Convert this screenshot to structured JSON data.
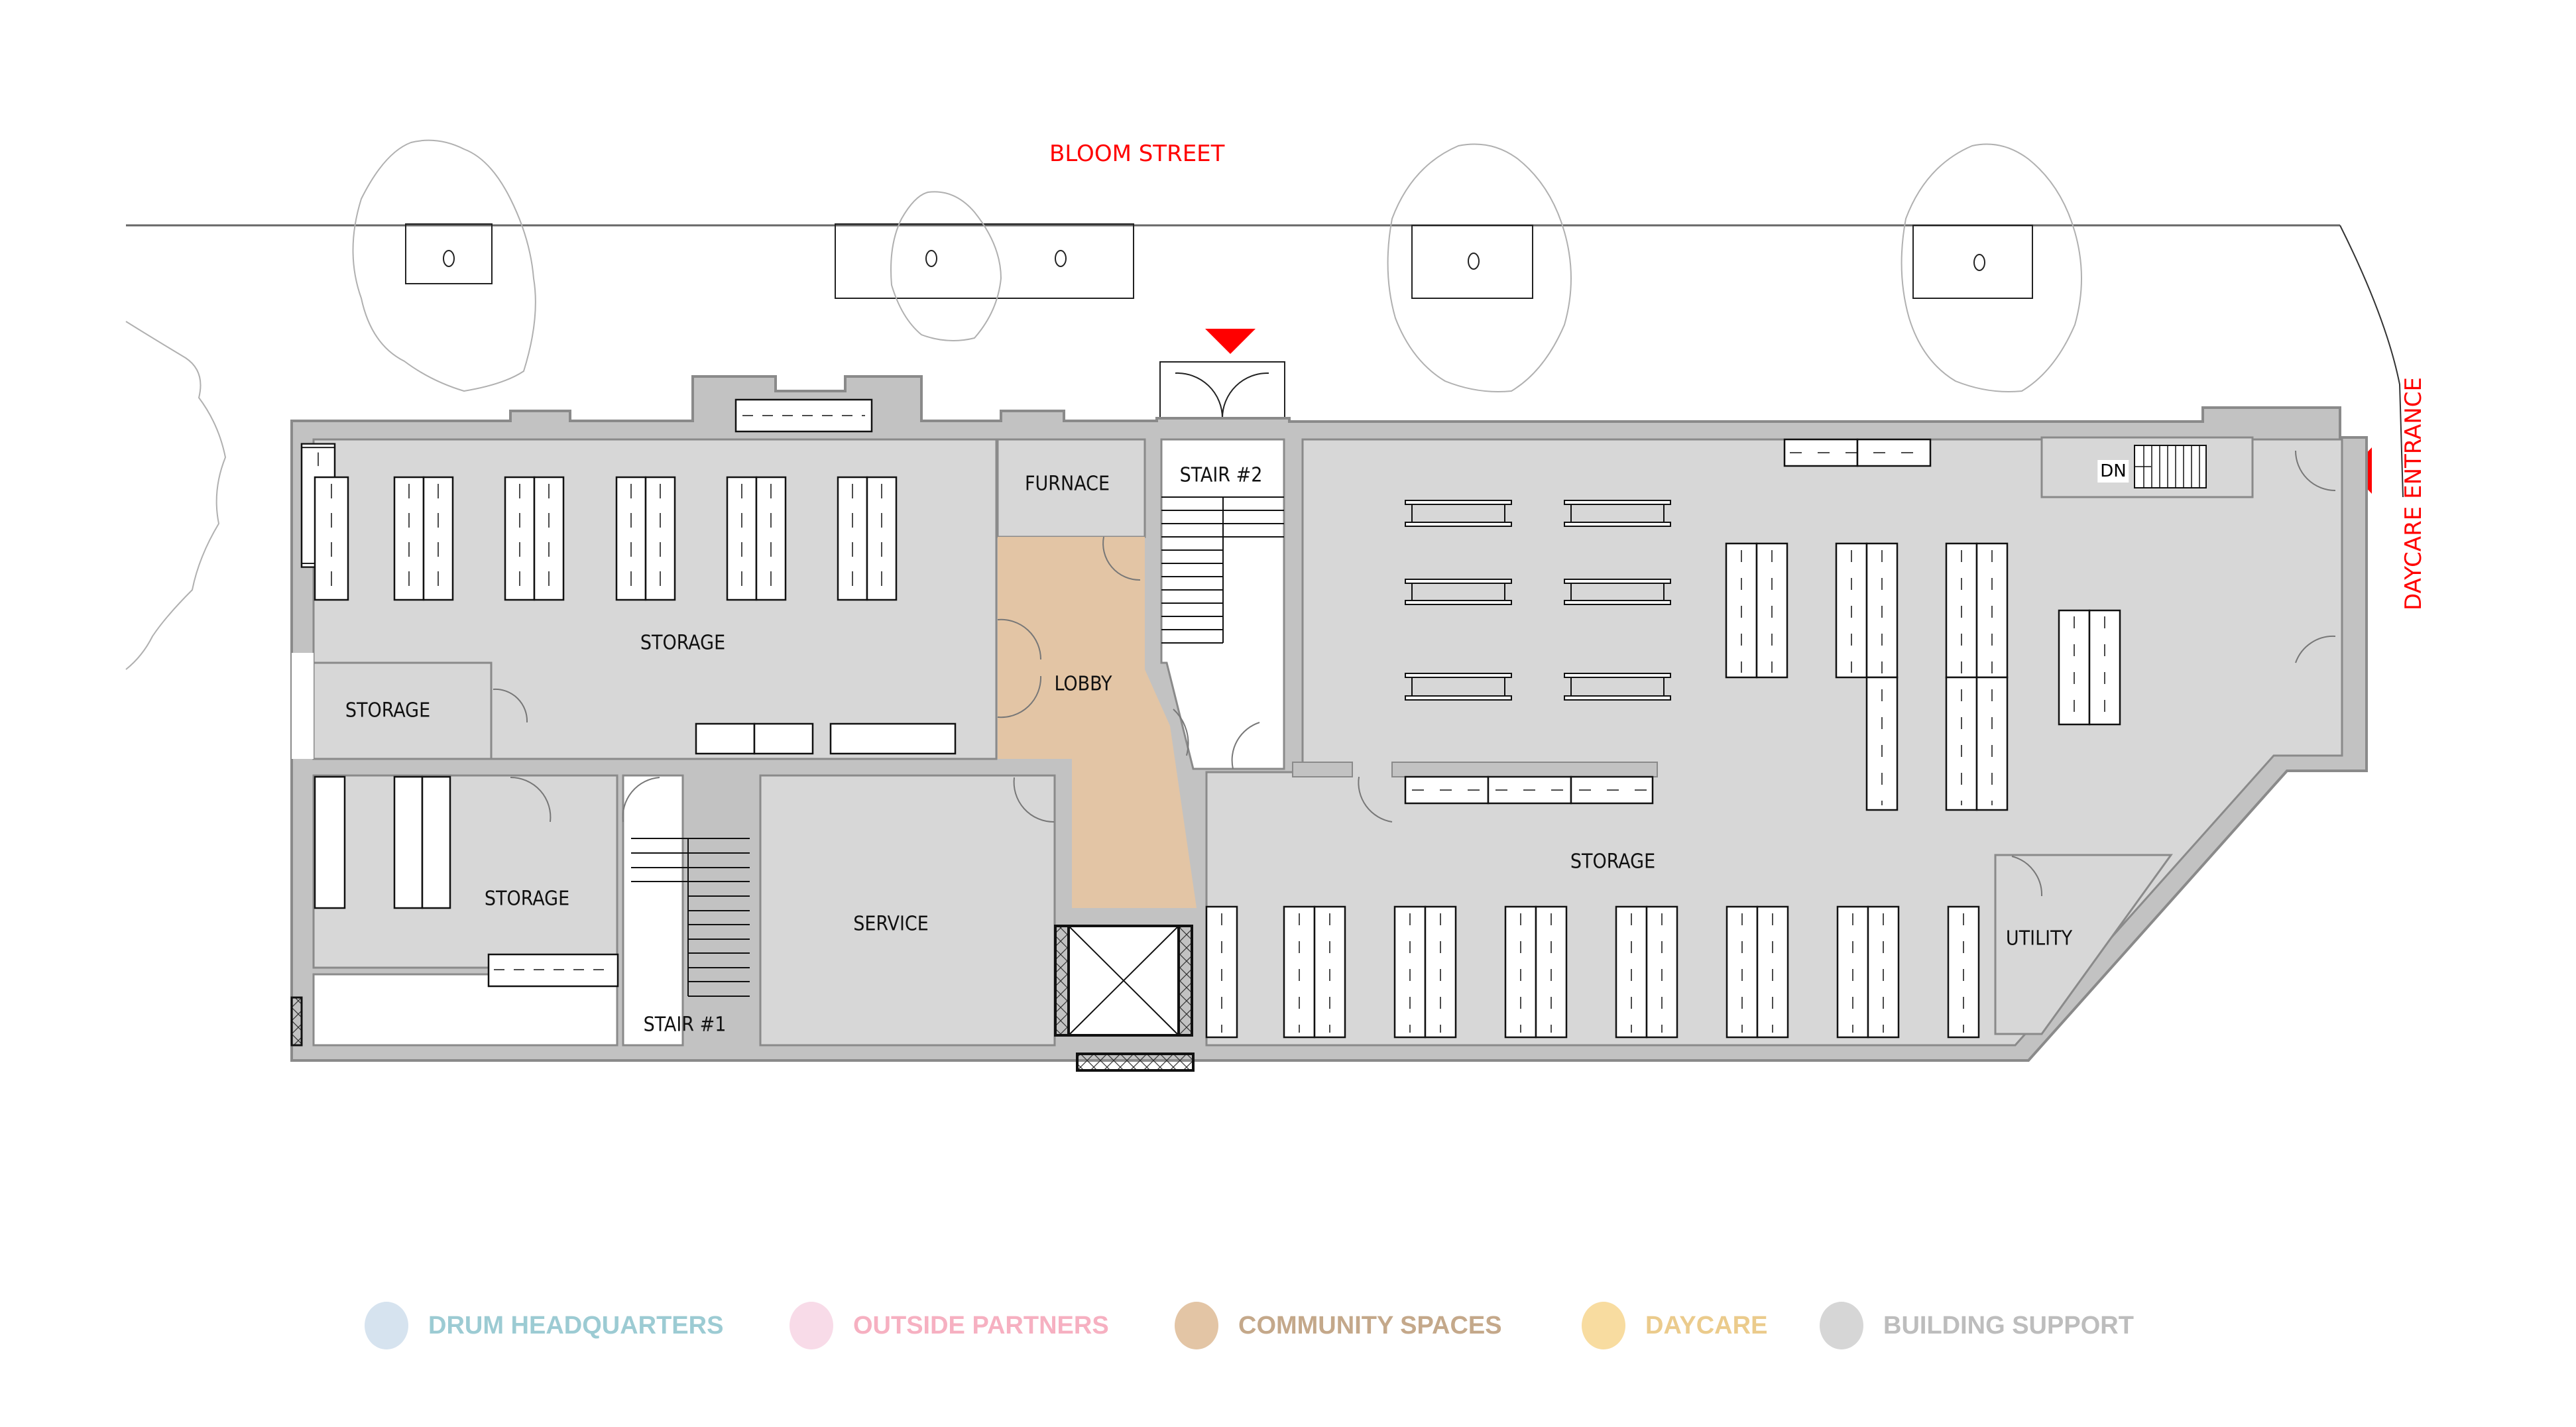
{
  "street": {
    "label": "BLOOM STREET",
    "color": "#ff0000"
  },
  "entrances": {
    "main_marker": "entrance-arrow-down",
    "daycare": {
      "label": "DAYCARE ENTRANCE",
      "color": "#ff0000"
    }
  },
  "rooms": {
    "storage_main": "STORAGE",
    "storage_small": "STORAGE",
    "storage_lower": "STORAGE",
    "storage_east": "STORAGE",
    "furnace": "FURNACE",
    "lobby": "LOBBY",
    "stair2": "STAIR #2",
    "stair1": "STAIR #1",
    "service": "SERVICE",
    "utility": "UTILITY",
    "down_label": "DN"
  },
  "legend": [
    {
      "label": "DRUM HEADQUARTERS",
      "dot": "#d6e3ef",
      "text": "#9ccbd3"
    },
    {
      "label": "OUTSIDE PARTNERS",
      "dot": "#f8dbe8",
      "text": "#f6b0c1"
    },
    {
      "label": "COMMUNITY SPACES",
      "dot": "#e3c5a5",
      "text": "#c4a88a"
    },
    {
      "label": "DAYCARE",
      "dot": "#f8dca0",
      "text": "#ebcb8c"
    },
    {
      "label": "BUILDING SUPPORT",
      "dot": "#d6d6d6",
      "text": "#bdbdbd"
    }
  ],
  "colors": {
    "wall": "#c2c2c2",
    "wall_edge": "#8a8a8a",
    "floor_support": "#d7d7d7",
    "floor_community": "#e3c5a5",
    "furniture": "#ffffff",
    "tree_outline": "#b0b0b0"
  }
}
